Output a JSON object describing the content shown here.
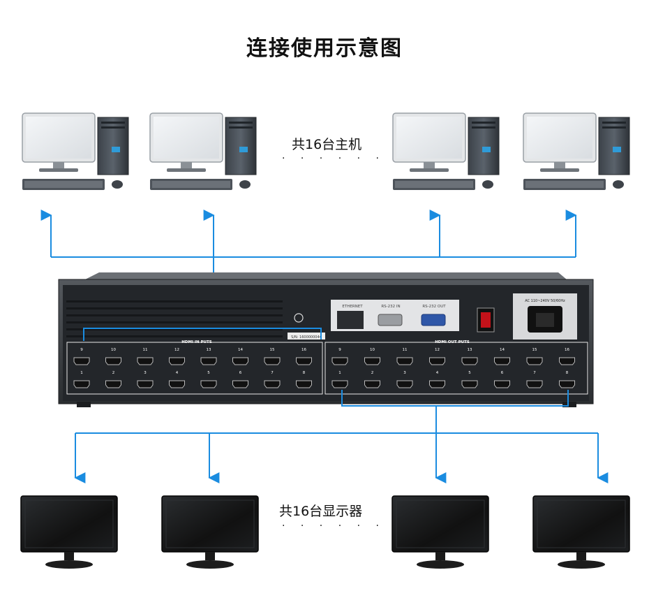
{
  "title": "连接使用示意图",
  "hosts_label": "共16台主机",
  "monitors_label": "共16台显示器",
  "ellipsis": "· · · · · · ·",
  "line_color": "#1a8ce0",
  "device": {
    "inputs_label": "HDMI IN PUTS",
    "outputs_label": "HDMI OUT PUTS",
    "ethernet_label": "ETHERNET",
    "rs232_in_label": "RS-232 IN",
    "rs232_out_label": "RS-232 OUT",
    "power_label": "AC 110~240V 50/60Hz",
    "serial_label": "S/N: 1600000044",
    "top_ports": [
      "9",
      "10",
      "11",
      "12",
      "13",
      "14",
      "15",
      "16"
    ],
    "bottom_ports": [
      "1",
      "2",
      "3",
      "4",
      "5",
      "6",
      "7",
      "8"
    ]
  }
}
